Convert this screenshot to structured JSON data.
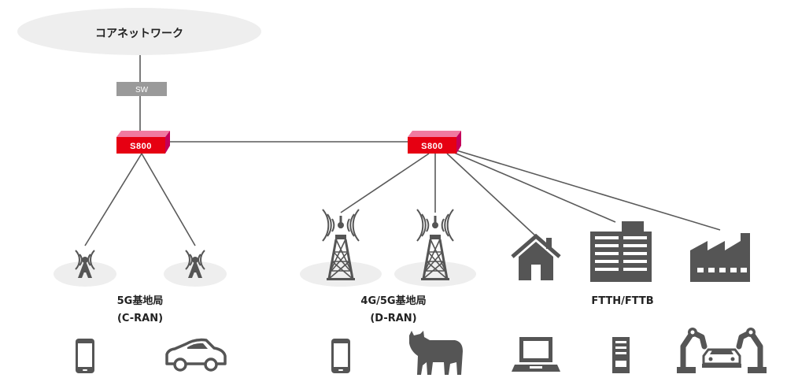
{
  "core_network": {
    "label": "コアネットワーク"
  },
  "switch": {
    "label": "SW"
  },
  "device_left": {
    "label": "S800"
  },
  "device_right": {
    "label": "S800"
  },
  "group_cran": {
    "line1": "5G基地局",
    "line2": "(C-RAN)"
  },
  "group_dran": {
    "line1": "4G/5G基地局",
    "line2": "(D-RAN)"
  },
  "group_ftth": {
    "label": "FTTH/FTTB"
  },
  "colors": {
    "device_red": "#e60012",
    "device_pink": "#f07aa0",
    "icon_gray": "#555555",
    "ellipse_gray": "#eeeeee",
    "switch_gray": "#9a9a9a",
    "line_gray": "#5a5a5a"
  },
  "icons": [
    "antenna-icon",
    "tower-icon",
    "house-icon",
    "building-icon",
    "factory-icon",
    "smartphone-icon",
    "car-icon",
    "cow-icon",
    "laptop-icon",
    "server-icon",
    "robot-arm-car-icon"
  ]
}
